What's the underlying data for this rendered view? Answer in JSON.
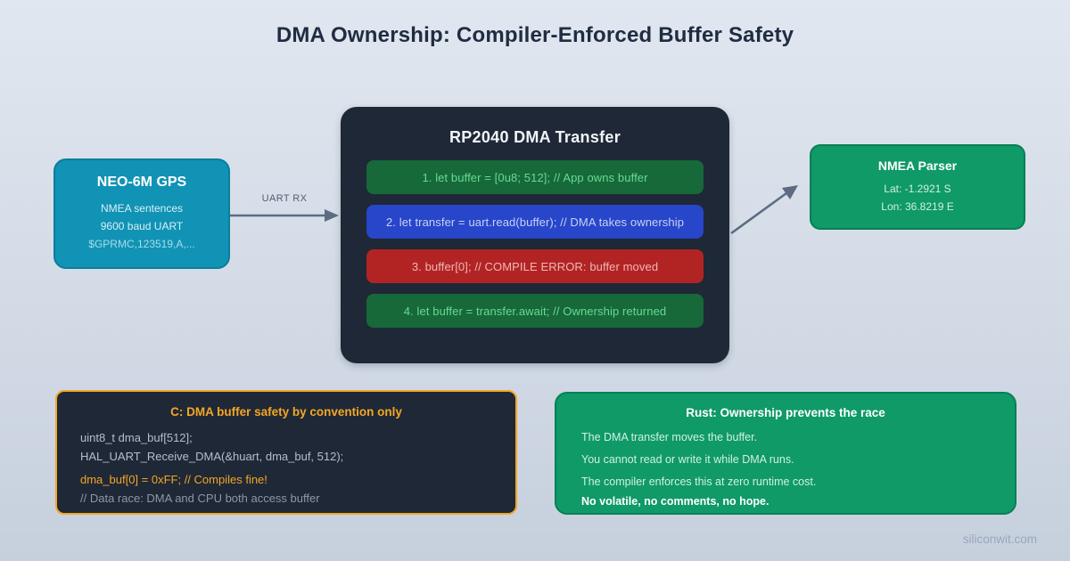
{
  "title": "DMA Ownership: Compiler-Enforced Buffer Safety",
  "footer": "siliconwit.com",
  "gps_box": {
    "title": "NEO-6M GPS",
    "lines": [
      "NMEA sentences",
      "9600 baud UART",
      "$GPRMC,123519,A,..."
    ]
  },
  "uart_link": {
    "label": "UART RX"
  },
  "dma_box": {
    "title": "RP2040 DMA Transfer",
    "steps": [
      {
        "text": "1. let buffer = [0u8; 512]; // App owns buffer",
        "kind": "ok"
      },
      {
        "text": "2. let transfer = uart.read(buffer); // DMA takes ownership",
        "kind": "dma"
      },
      {
        "text": "3. buffer[0]; // COMPILE ERROR: buffer moved",
        "kind": "error"
      },
      {
        "text": "4. let buffer = transfer.await; // Ownership returned",
        "kind": "ok"
      }
    ]
  },
  "parser_box": {
    "title": "NMEA Parser",
    "lines": [
      "Lat: -1.2921 S",
      "Lon: 36.8219 E"
    ]
  },
  "c_box": {
    "title": "C: DMA buffer safety by convention only",
    "lines": [
      {
        "text": "uint8_t dma_buf[512];",
        "style": "plain"
      },
      {
        "text": "HAL_UART_Receive_DMA(&huart, dma_buf, 512);",
        "style": "plain"
      },
      {
        "text": "dma_buf[0] = 0xFF; // Compiles fine!",
        "style": "accent"
      },
      {
        "text": "// Data race: DMA and CPU both access buffer",
        "style": "muted"
      }
    ]
  },
  "rust_box": {
    "title": "Rust: Ownership prevents the race",
    "lines": [
      {
        "text": "The DMA transfer moves the buffer.",
        "style": "normal"
      },
      {
        "text": "You cannot read or write it while DMA runs.",
        "style": "normal"
      },
      {
        "text": "The compiler enforces this at zero runtime cost.",
        "style": "normal"
      },
      {
        "text": "No volatile, no comments, no hope.",
        "style": "bold"
      }
    ]
  },
  "colors": {
    "background_top": "#e1e7f0",
    "background_bottom": "#c6d0dd",
    "title_text": "#202c42",
    "gps_bg": "#1193b5",
    "gps_border": "#0d7d9b",
    "gps_text": "#d8f0f7",
    "gps_text_muted": "#a9dcea",
    "panel_dark": "#1f2837",
    "step_ok_bg": "#17693a",
    "step_ok_fg": "#66da93",
    "step_dma_bg": "#2746c9",
    "step_dma_fg": "#c7d2f8",
    "step_error_bg": "#b22424",
    "step_error_fg": "#efb6b6",
    "green_bg": "#0f9a68",
    "green_border": "#0a7f55",
    "green_text": "#d3efe3",
    "accent_orange": "#f5a623",
    "arrow": "#5d6c82",
    "code_text": "#b6bec9",
    "code_muted": "#8d97a7",
    "footer_text": "#9aa6ba"
  }
}
